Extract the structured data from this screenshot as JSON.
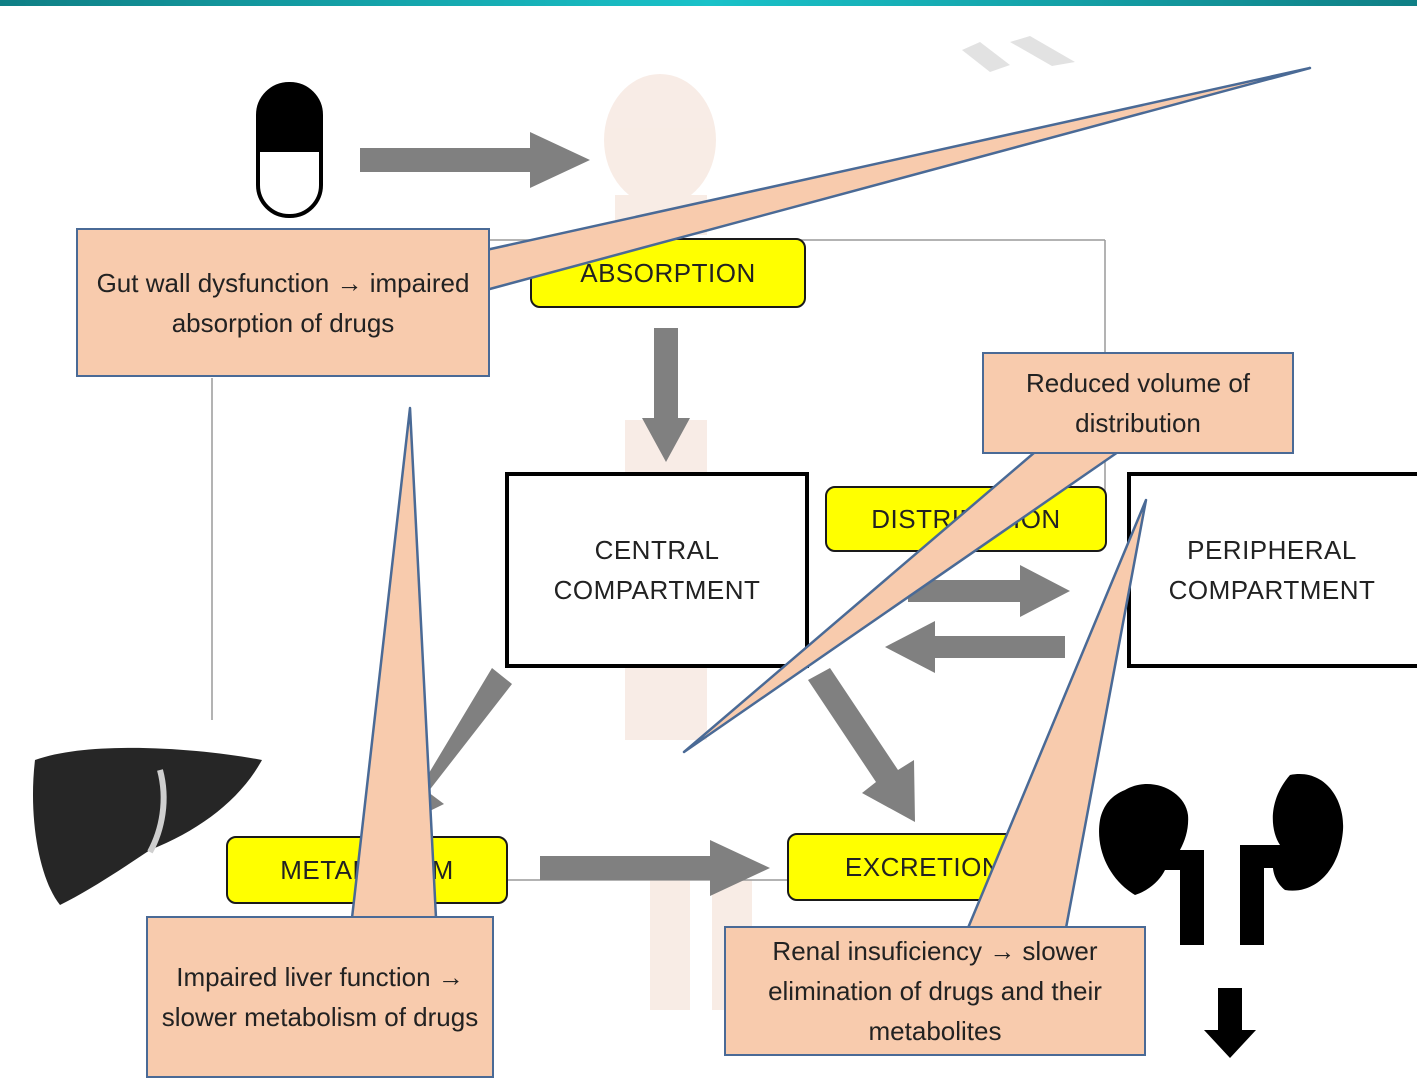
{
  "diagram": {
    "stages": {
      "absorption": "ABSORPTION",
      "distribution": "DISTRIBUTION",
      "metabolism": "METABOLISM",
      "excretion": "EXCRETION"
    },
    "compartments": {
      "central_line1": "CENTRAL",
      "central_line2": "COMPARTMENT",
      "peripheral_line1": "PERIPHERAL",
      "peripheral_line2": "COMPARTMENT"
    },
    "callouts": {
      "gut": "Gut wall dysfunction → impaired absorption of drugs",
      "distribution": "Reduced volume of distribution",
      "liver": "Impaired liver function → slower metabolism of drugs",
      "renal": "Renal insuficiency → slower elimination of drugs and their metabolites"
    },
    "icons": [
      "pill-capsule-icon",
      "human-body-silhouette",
      "liver-icon",
      "kidneys-icon",
      "down-arrow-icon"
    ],
    "colors": {
      "stage_fill": "#ffff00",
      "callout_fill": "#f8cbad",
      "callout_border": "#4a6a96",
      "arrow": "#7f7f7f",
      "header_bar": "#19c2c9"
    }
  }
}
